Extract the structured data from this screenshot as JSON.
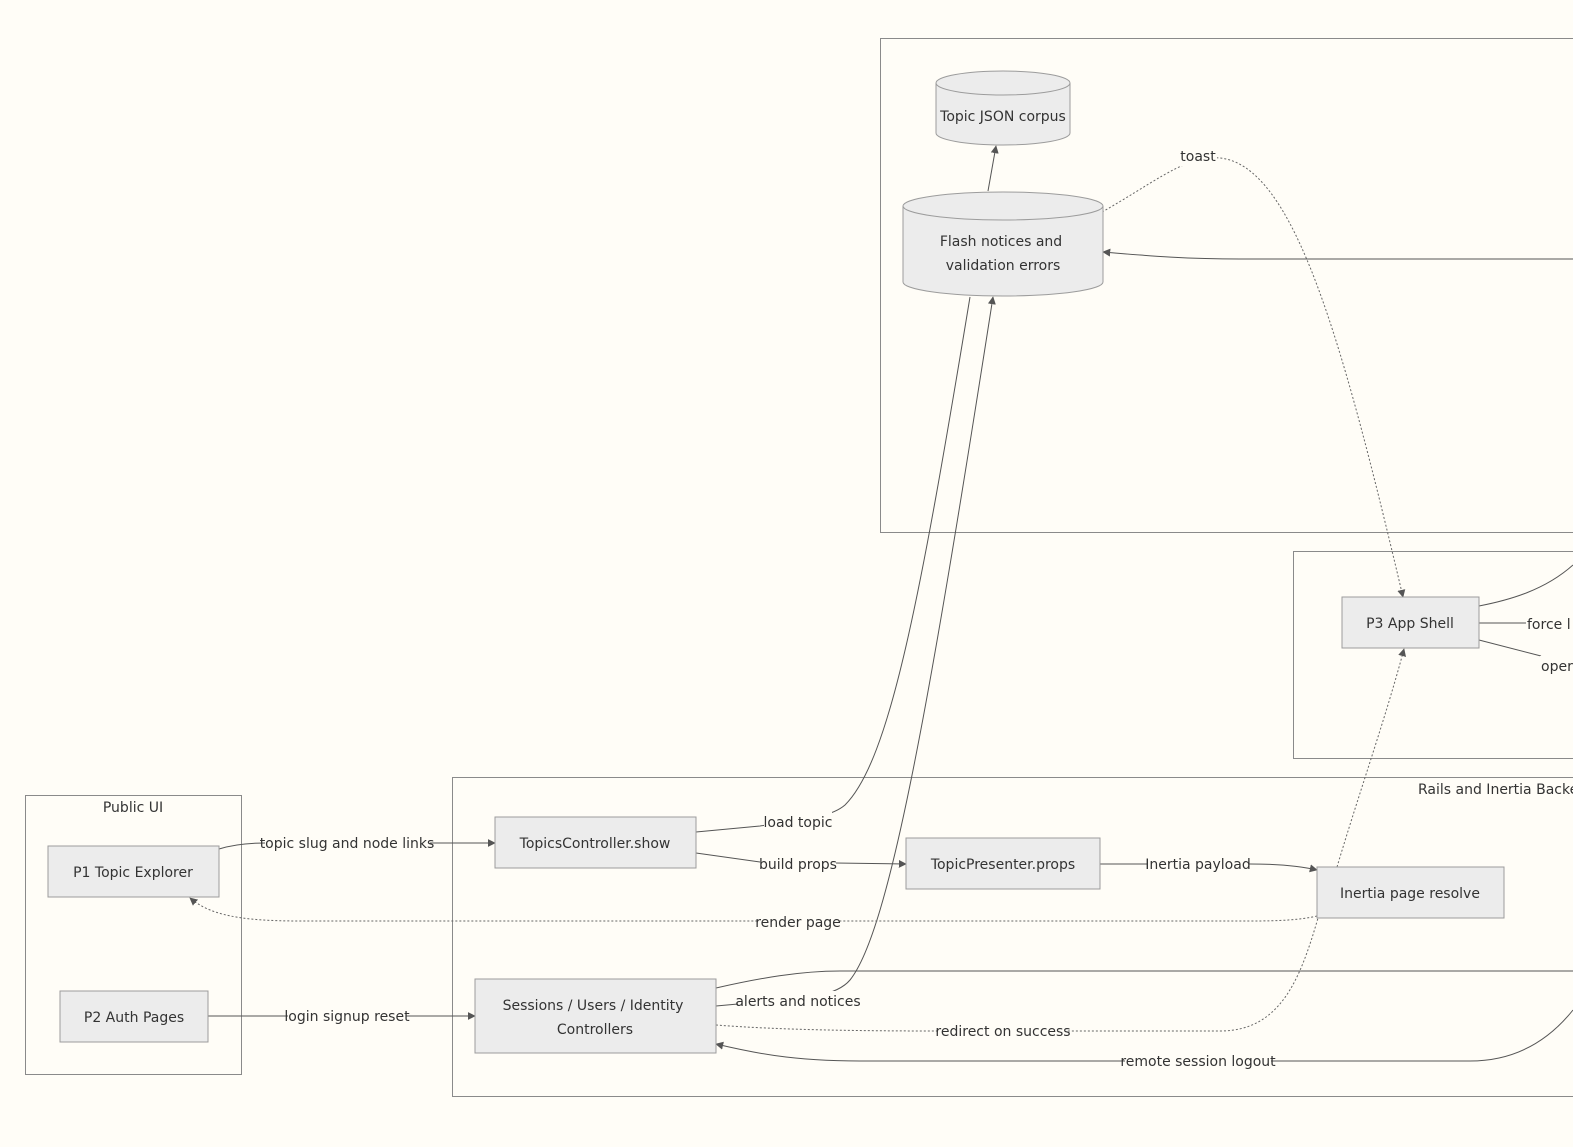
{
  "clusters": {
    "public_ui": "Public UI",
    "backend": "Rails and Inertia Backe",
    "data_store": "",
    "app_shell_group": ""
  },
  "nodes": {
    "topic_corpus": "Topic JSON corpus",
    "flash_line1": "Flash notices and",
    "flash_line2": "validation errors",
    "p3_shell": "P3 App Shell",
    "p1_explorer": "P1 Topic Explorer",
    "p2_auth": "P2 Auth Pages",
    "topics_controller": "TopicsController.show",
    "topic_presenter": "TopicPresenter.props",
    "inertia_resolve": "Inertia page resolve",
    "sessions_line1": "Sessions / Users / Identity",
    "sessions_line2": "Controllers"
  },
  "edges": {
    "toast": "toast",
    "force": "force l",
    "open": "oper",
    "topic_slug": "topic slug and node links",
    "load_topic": "load topic",
    "build_props": "build props",
    "inertia_payload": "Inertia payload",
    "render_page": "render page",
    "login_signup": "login signup reset",
    "alerts_notices": "alerts and notices",
    "redirect_success": "redirect on success",
    "remote_logout": "remote session logout"
  }
}
